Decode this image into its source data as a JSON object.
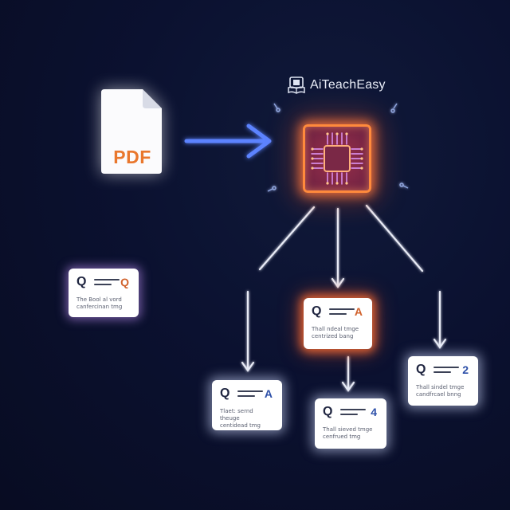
{
  "brand": {
    "name": "AiTeachEasy",
    "logo_icon": "book-chip-logo-icon"
  },
  "pdf": {
    "label": "PDF",
    "label_color": "#e9772d"
  },
  "processor": {
    "icon": "microchip-icon",
    "glow_color": "#ff8a3c"
  },
  "colors": {
    "arrow_blue": "#5b83ff",
    "connector": "#e8ebf6",
    "card_bg": "#ffffff"
  },
  "cards": [
    {
      "id": "left",
      "q": "Q",
      "answer": "Q",
      "answer_color": "#d1622c",
      "text": "The Bool al vord\ncanfercinan tmg"
    },
    {
      "id": "center",
      "q": "Q",
      "answer": "A",
      "answer_color": "#d1622c",
      "text": "Thall ndeal tmge\ncentrized bang"
    },
    {
      "id": "bottom-left",
      "q": "Q",
      "answer": "A",
      "answer_color": "#2c4fa8",
      "text": "Tlaet: sernd theuge\ncentidead tmg"
    },
    {
      "id": "bottom-mid",
      "q": "Q",
      "answer": "4",
      "answer_color": "#2c4fa8",
      "text": "Thall sieved tmge\ncenfrued tmg"
    },
    {
      "id": "right",
      "q": "Q",
      "answer": "2",
      "answer_color": "#2c4fa8",
      "text": "Thall sindel tmge\ncandfrcael bnng"
    }
  ]
}
